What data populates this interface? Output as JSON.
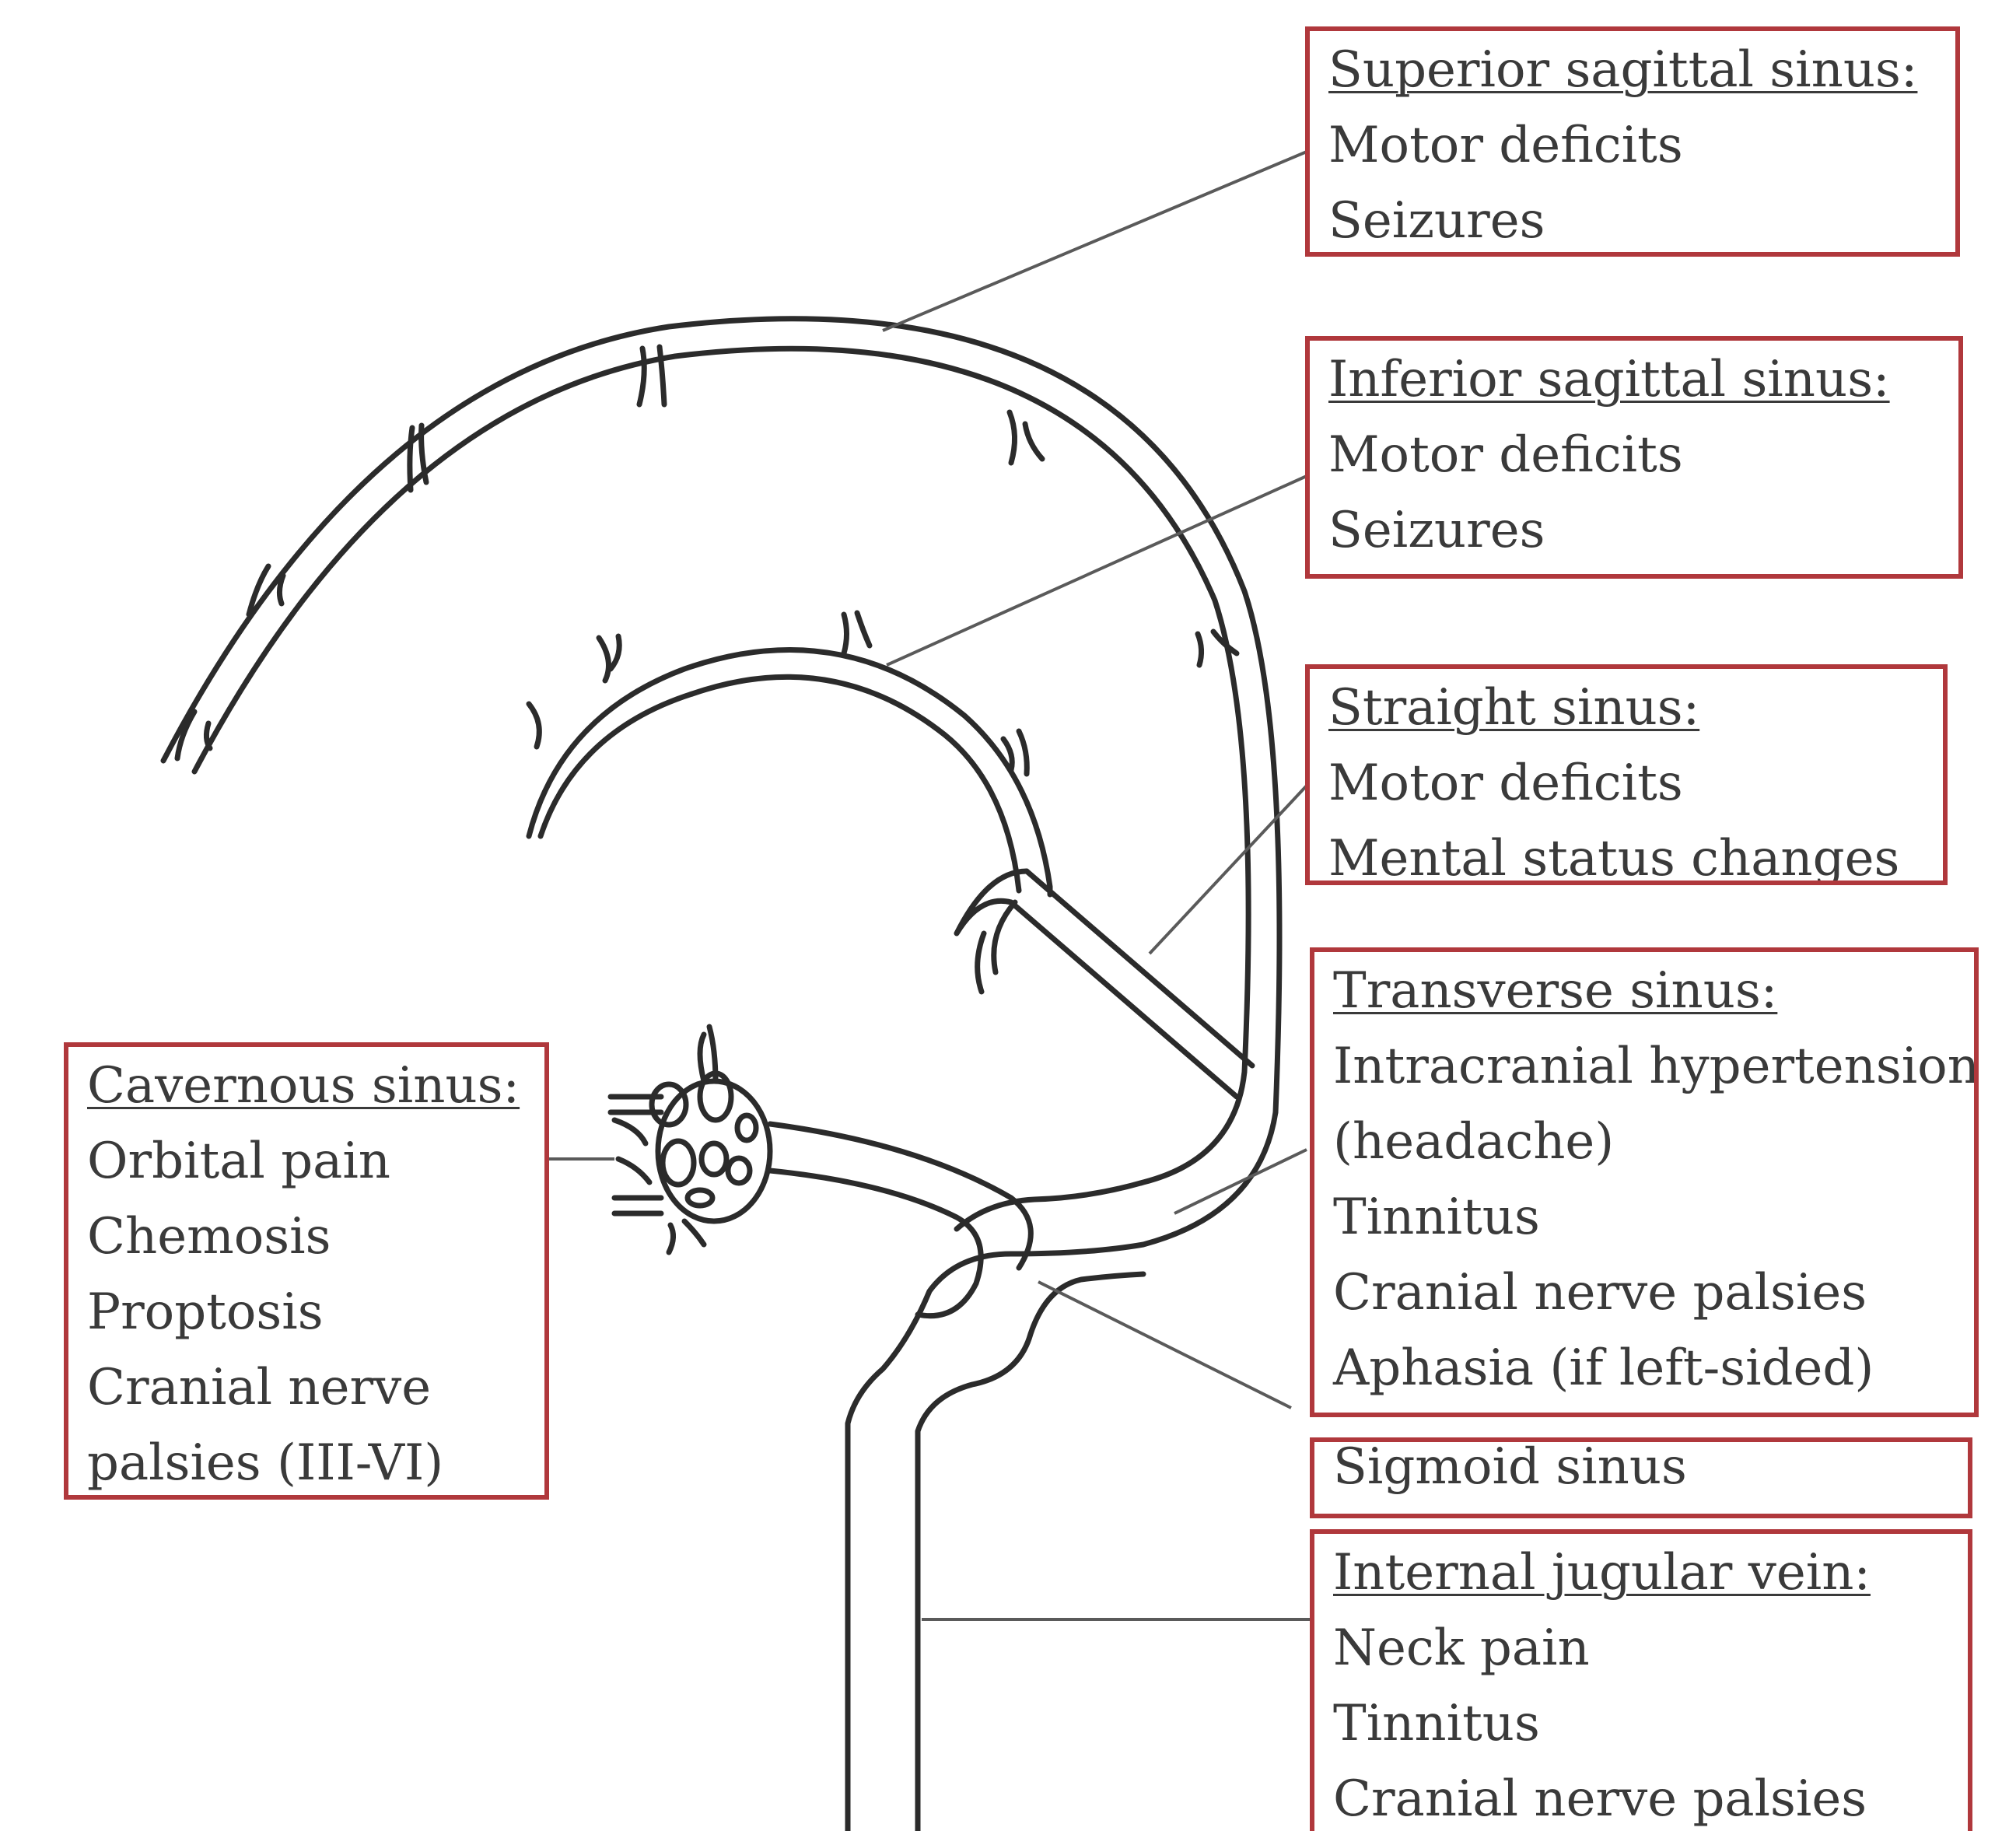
{
  "colors": {
    "vessel_outline": "#2b2b2b",
    "leader_line": "#5a5a5a",
    "box_border": "#b0383c",
    "text": "#3a3a3a"
  },
  "boxes": {
    "superior_sagittal": {
      "title": "Superior sagittal sinus:",
      "items": [
        "Motor deficits",
        "Seizures"
      ]
    },
    "inferior_sagittal": {
      "title": "Inferior sagittal sinus:",
      "items": [
        "Motor deficits",
        "Seizures"
      ]
    },
    "straight": {
      "title": "Straight sinus:",
      "items": [
        "Motor deficits",
        "Mental status changes"
      ]
    },
    "transverse": {
      "title": "Transverse sinus:",
      "items": [
        "Intracranial hypertension",
        "(headache)",
        "Tinnitus",
        "Cranial nerve palsies",
        "Aphasia (if left-sided)"
      ]
    },
    "sigmoid": {
      "title": "Sigmoid sinus"
    },
    "internal_jugular": {
      "title": "Internal jugular vein:",
      "items": [
        "Neck pain",
        "Tinnitus",
        "Cranial nerve palsies"
      ]
    },
    "cavernous": {
      "title": "Cavernous sinus:",
      "items": [
        "Orbital pain",
        "Chemosis",
        "Proptosis",
        "Cranial nerve",
        "palsies (III-VI)"
      ]
    }
  }
}
